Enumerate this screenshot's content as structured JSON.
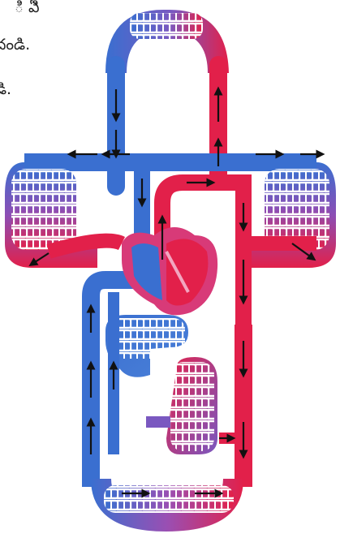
{
  "text_fragments": [
    "ి ఏి",
    "దండి.",
    "డి."
  ],
  "colors": {
    "oxygenated": "#e2204a",
    "deoxygenated": "#3a6fd0",
    "capillary_mix": "#9c4fb0",
    "heart": "#d83a78",
    "arrow": "#111111"
  }
}
